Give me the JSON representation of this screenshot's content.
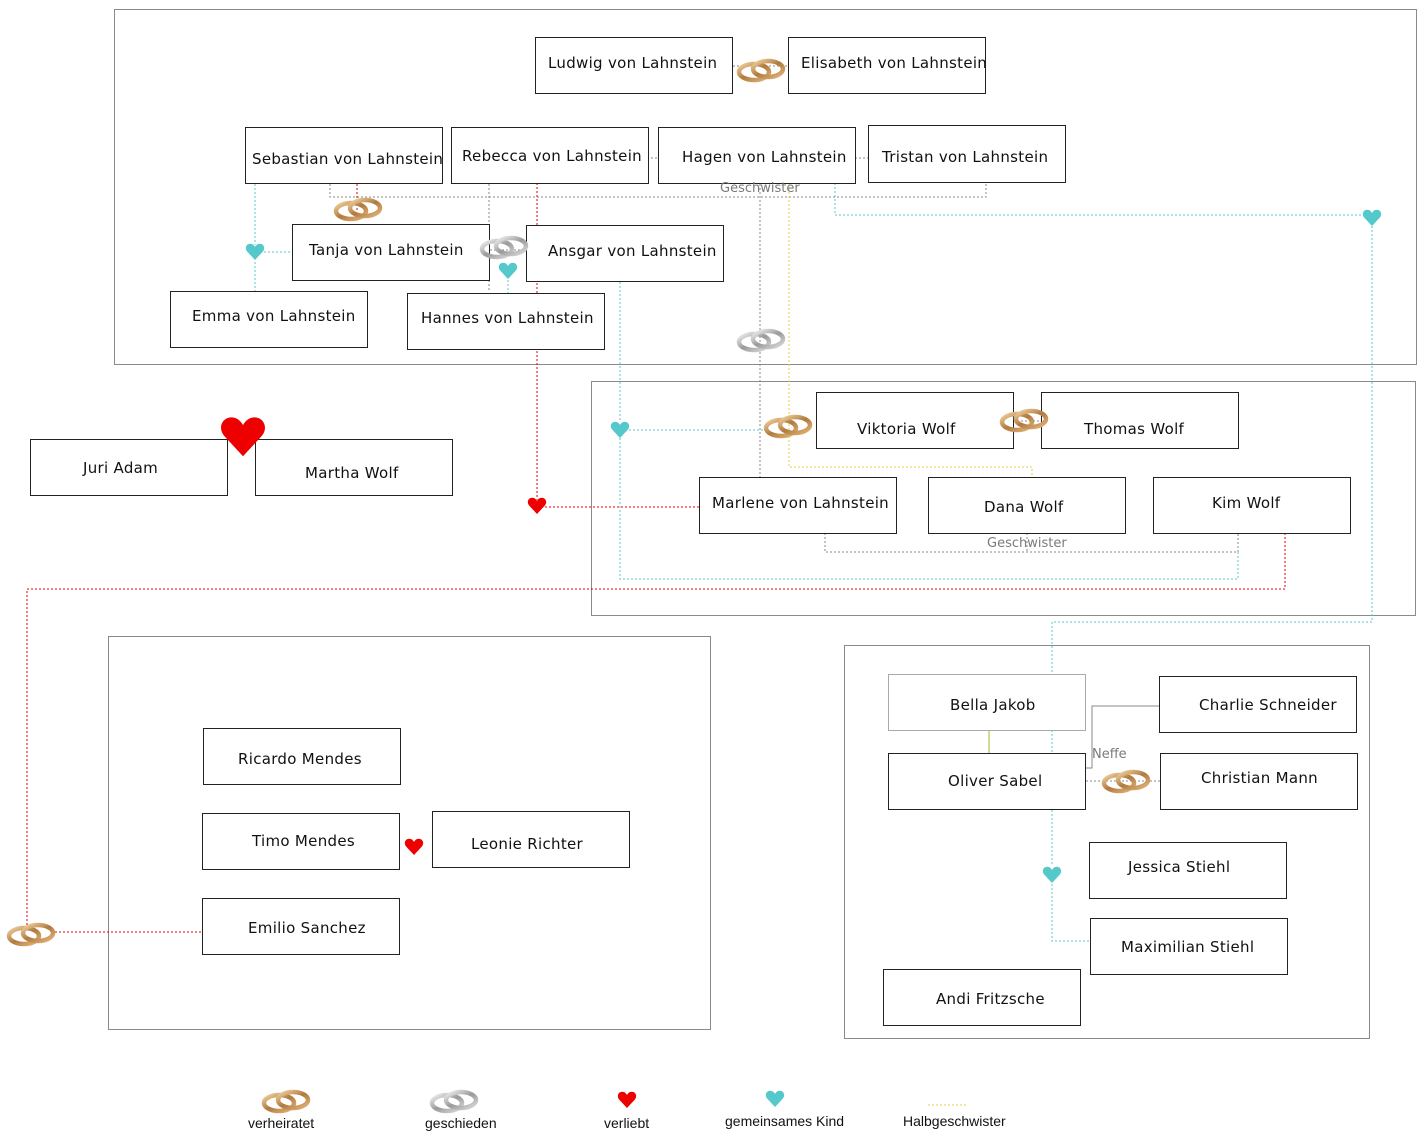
{
  "people": {
    "ludwig": "Ludwig von Lahnstein",
    "elisabeth": "Elisabeth von Lahnstein",
    "sebastian": "Sebastian von Lahnstein",
    "rebecca": "Rebecca von Lahnstein",
    "hagen": "Hagen von Lahnstein",
    "tristan": "Tristan von Lahnstein",
    "tanja": "Tanja von Lahnstein",
    "ansgar": "Ansgar von Lahnstein",
    "emma": "Emma von Lahnstein",
    "hannes": "Hannes von Lahnstein",
    "juri": "Juri Adam",
    "martha": "Martha Wolf",
    "viktoria": "Viktoria Wolf",
    "thomas": "Thomas Wolf",
    "marlene": "Marlene von Lahnstein",
    "dana": "Dana Wolf",
    "kim": "Kim Wolf",
    "ricardo": "Ricardo Mendes",
    "timo": "Timo Mendes",
    "leonie": "Leonie Richter",
    "emilio": "Emilio Sanchez",
    "bella": "Bella Jakob",
    "charlie": "Charlie Schneider",
    "oliver": "Oliver Sabel",
    "christian": "Christian Mann",
    "jessica": "Jessica Stiehl",
    "maximilian": "Maximilian Stiehl",
    "andi": "Andi Fritzsche"
  },
  "relation_labels": {
    "siblings_top": "Geschwister",
    "siblings_wolf": "Geschwister",
    "nephew": "Neffe"
  },
  "legend": {
    "married": "verheiratet",
    "divorced": "geschieden",
    "in_love": "verliebt",
    "common_child": "gemeinsames Kind",
    "half_siblings": "Halbgeschwister"
  },
  "colors": {
    "love_red": "#ee0000",
    "child_turquoise": "#55c8cc",
    "half_sibling_yellow": "#e6cf3a",
    "sibling_gray": "#8a8a8a",
    "nephew_green": "#a8c84a"
  }
}
